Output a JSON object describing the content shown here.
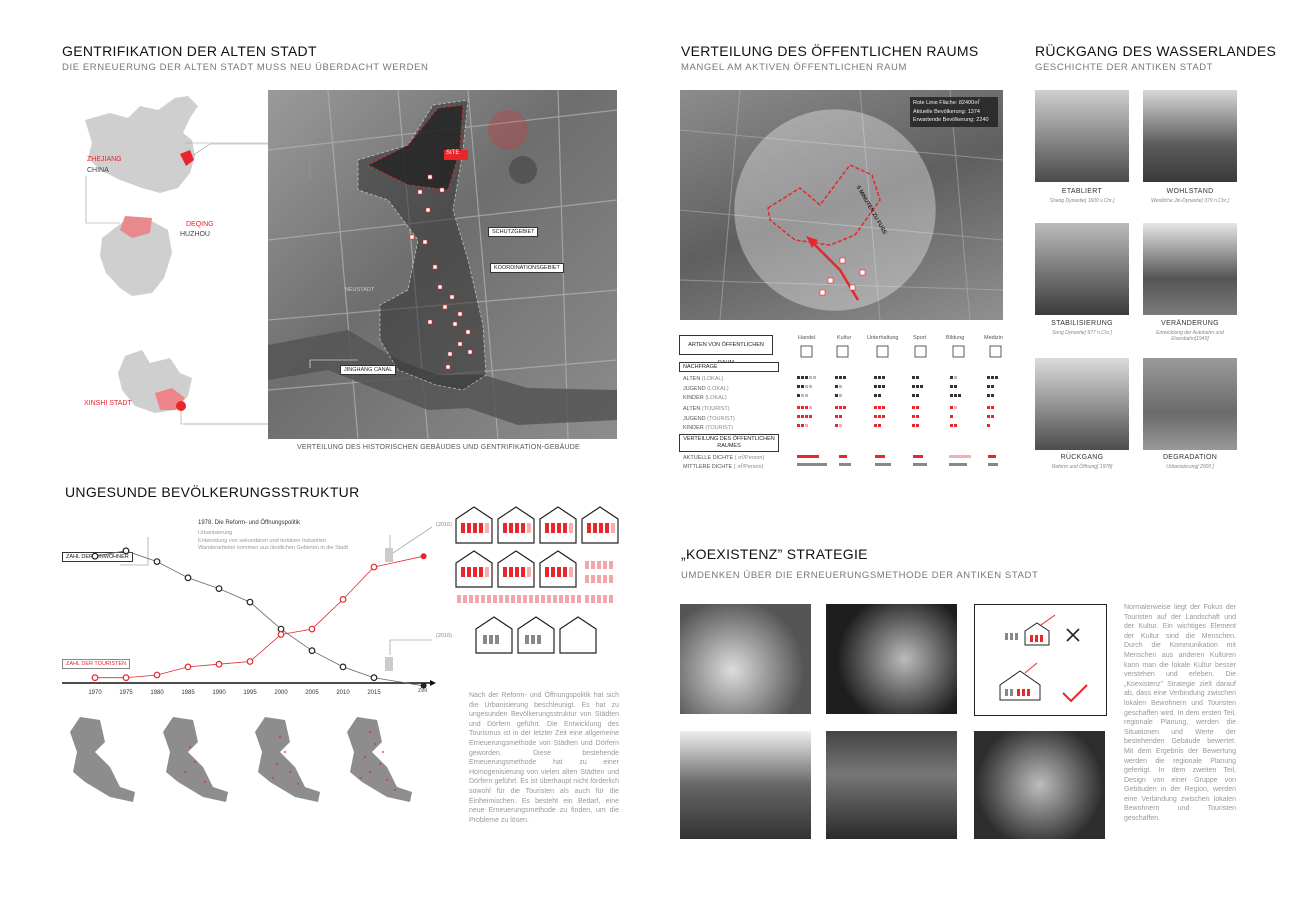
{
  "gentrification": {
    "title": "GENTRIFIKATION DER ALTEN STADT",
    "subtitle": "DIE ERNEUERUNG DER ALTEN STADT MUSS NEU ÜBERDACHT WERDEN",
    "map_labels": {
      "zhejiang": "ZHEJIANG",
      "china": "CHINA",
      "deqing": "DEQING",
      "huzhou": "HUZHOU",
      "xinshi": "XINSHI STADT",
      "site": "SITE",
      "schutzgebiet": "SCHUTZGEBIET",
      "koordination": "KOORDINATIONSGEBIET",
      "neustadt": "NEUSTADT",
      "canal": "JINGHANG CANAL"
    },
    "caption": "VERTEILUNG DES HISTORISCHEN GEBÄUDES UND GENTRIFIKATION-GEBÄUDE"
  },
  "public_space": {
    "title": "VERTEILUNG DES ÖFFENTLICHEN RAUMS",
    "subtitle": "MANGEL AM AKTIVEN ÖFFENTLICHEN RAUM",
    "info_lines": [
      "Rote Linie Fläche: 82400㎡",
      "Aktuelle Bevölkerung: 1374",
      "Erwartende Bevölkerung: 2240"
    ],
    "radius_label": "5 MINUTEN ZU FUSS",
    "table_header": "ARTEN VON ÖFFENTLICHEN RAUM",
    "nachfrage": "NACHFRAGE",
    "verteilung": "VERTEILUNG DES ÖFFENTLICHEN RAUMES",
    "categories": [
      "Handel",
      "Kultur",
      "Unterhaltung",
      "Sport",
      "Bildung",
      "Medizin"
    ],
    "rows_local": [
      "ALTEN",
      "JUGEND",
      "KINDER"
    ],
    "local_tag": "(LOKAL)",
    "rows_tourist": [
      "ALTEN",
      "JUGEND",
      "KINDER"
    ],
    "tourist_tag": "(TOURIST)",
    "density_rows": [
      "AKTUELLE  DICHTE",
      "MITTLERE DICHTE"
    ],
    "density_unit": "( ㎡/Person)"
  },
  "wasserland": {
    "title": "RÜCKGANG DES WASSERLANDES",
    "subtitle": "GESCHICHTE DER ANTIKEN STADT",
    "items": [
      {
        "label": "ETABLIERT",
        "sub": "Shang Dynastie[ 1600 v.Chr.]"
      },
      {
        "label": "WOHLSTAND",
        "sub": "Westliche Jin-Dynastie[ 379 n.Chr.]"
      },
      {
        "label": "STABILISIERUNG",
        "sub": "Song Dynastie[ 977 n.Chr.]"
      },
      {
        "label": "VERÄNDERUNG",
        "sub": "Entwicklung der Autobahn und Eisenbahn[1949]"
      },
      {
        "label": "RÜCKGANG",
        "sub": "Reform und Öffnung[ 1978]"
      },
      {
        "label": "DEGRADATION",
        "sub": "Urbanisierung[ 2000 ]"
      }
    ]
  },
  "population": {
    "title": "UNGESUNDE BEVÖLKERUNGSSTRUKTUR",
    "annotation_title": "1978. Die Reform- und Öffnungspolitik",
    "annotation_lines": [
      "Urbanisierung",
      "Entwicklung von sekundären und tertiären Industrien",
      "Wanderarbeiter kommen aus ländlichen Gebieten in die Stadt"
    ],
    "label_residents": "ZAHL DER EINWOHNER",
    "label_tourists": "ZAHL DER TOURISTEN",
    "year_2016_a": "(2016)",
    "year_2016_b": "(2016)",
    "axis_label": "Zeit",
    "paragraph": "Nach der Reform- und Öffnungspolitik hat sich die Urbanisierung beschleunigt. Es hat zu ungesunden Bevölkerungsstruktur von Städten und Dörfern geführt. Die Entwicklung des Tourismus ist in der letzter Zeit eine allgemeine Erneuerungsmethode von Städten und Dörfern geworden. Diese bestehende Erneuerungsmethode hat zu einer Homogenisierung von vielen alten Städten und Dörfern geführt. Es ist überhaupt nicht förderlich sowohl für die Touristen als auch für die Einheimischen. Es besteht ein Bedarf, eine neue Erneuerungsmethode zu finden, um die Probleme zu lösen."
  },
  "chart_data": {
    "type": "line",
    "x": [
      "1970",
      "1975",
      "1980",
      "1985",
      "1990",
      "1995",
      "2000",
      "2005",
      "2010",
      "2015"
    ],
    "series": [
      {
        "name": "ZAHL DER EINWOHNER",
        "values": [
          44,
          46,
          42,
          36,
          32,
          27,
          17,
          9,
          3,
          -1
        ]
      },
      {
        "name": "ZAHL DER TOURISTEN",
        "values": [
          -1,
          -1,
          0,
          3,
          4,
          5,
          15,
          17,
          28,
          40
        ]
      }
    ],
    "xlabel": "Zeit",
    "color_residents": "#222222",
    "color_tourists": "#e8262c"
  },
  "koexistenz": {
    "title": "„KOEXISTENZ”  STRATEGIE",
    "subtitle": "UMDENKEN ÜBER DIE ERNEUERUNGSMETHODE DER ANTIKEN STADT",
    "paragraph": "Normalerweise liegt der Fokus der Touristen auf der Landschaft und der Kultur. Ein wichtiges Element der Kultur sind die Menschen. Durch die Kommunikation mit Menschen aus anderen Kulturen kann man die lokale Kultur besser verstehen und erleben. Die „Koexistenz” Strategie zielt darauf ab, dass eine Verbindung zwischen lokalen Bewohnern und Touristen geschaffen wird. In dem ersten Teil, regionale Planung, werden die Situationen und Werte der bestehenden Gebäude bewertet. Mit dem Ergebnis der Bewertung werden die regionale Planung gefertigt. In dem zweiten Teil, Design von einer Gruppe von Gebäuden in der Region, werden eine Verbindung zwischen lokalen Bewohnern und Touristen geschaffen."
  },
  "colors": {
    "accent": "#e8262c",
    "dark": "#222222",
    "gray": "#8a8a8a"
  }
}
